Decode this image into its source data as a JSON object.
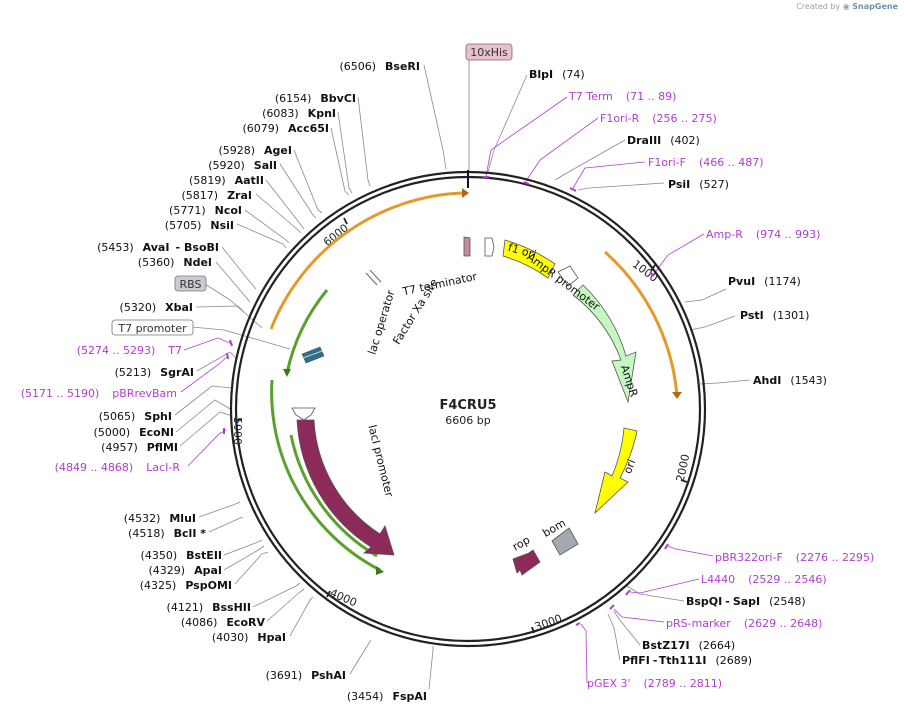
{
  "attribution": {
    "prefix": "Created by",
    "brand": "SnapGene"
  },
  "plasmid": {
    "name": "F4CRU5",
    "length_bp": 6606,
    "length_label": "6606 bp"
  },
  "ticks": [
    "1000",
    "2000",
    "3000",
    "4000",
    "5000",
    "6000"
  ],
  "boxed_labels": [
    {
      "name": "10xHis",
      "style": "pink"
    },
    {
      "name": "RBS",
      "style": "gray"
    },
    {
      "name": "T7 promoter",
      "style": "white"
    }
  ],
  "sites_right": [
    {
      "name": "BlpI",
      "pos": "(74)"
    },
    {
      "name": "DraIII",
      "pos": "(402)"
    },
    {
      "name": "PsiI",
      "pos": "(527)"
    },
    {
      "name": "PvuI",
      "pos": "(1174)"
    },
    {
      "name": "PstI",
      "pos": "(1301)"
    },
    {
      "name": "AhdI",
      "pos": "(1543)"
    },
    {
      "name": "BspQI",
      "name2": "SapI",
      "pos": "(2548)"
    },
    {
      "name": "BstZ17I",
      "pos": "(2664)"
    },
    {
      "name": "PflFI",
      "name2": "Tth111I",
      "pos": "(2689)"
    }
  ],
  "sites_left": [
    {
      "name": "BseRI",
      "pos": "(6506)"
    },
    {
      "name": "BbvCI",
      "pos": "(6154)"
    },
    {
      "name": "KpnI",
      "pos": "(6083)"
    },
    {
      "name": "Acc65I",
      "pos": "(6079)"
    },
    {
      "name": "AgeI",
      "pos": "(5928)"
    },
    {
      "name": "SalI",
      "pos": "(5920)"
    },
    {
      "name": "AatII",
      "pos": "(5819)"
    },
    {
      "name": "ZraI",
      "pos": "(5817)"
    },
    {
      "name": "NcoI",
      "pos": "(5771)"
    },
    {
      "name": "NsiI",
      "pos": "(5705)"
    },
    {
      "name": "AvaI",
      "name2": "BsoBI",
      "pos": "(5453)"
    },
    {
      "name": "NdeI",
      "pos": "(5360)"
    },
    {
      "name": "XbaI",
      "pos": "(5320)"
    },
    {
      "name": "SgrAI",
      "pos": "(5213)"
    },
    {
      "name": "SphI",
      "pos": "(5065)"
    },
    {
      "name": "EcoNI",
      "pos": "(5000)"
    },
    {
      "name": "PflMI",
      "pos": "(4957)"
    },
    {
      "name": "MluI",
      "pos": "(4532)"
    },
    {
      "name": "BclI *",
      "pos": "(4518)"
    },
    {
      "name": "BstEII",
      "pos": "(4350)"
    },
    {
      "name": "ApaI",
      "pos": "(4329)"
    },
    {
      "name": "PspOMI",
      "pos": "(4325)"
    },
    {
      "name": "BssHII",
      "pos": "(4121)"
    },
    {
      "name": "EcoRV",
      "pos": "(4086)"
    },
    {
      "name": "HpaI",
      "pos": "(4030)"
    },
    {
      "name": "PshAI",
      "pos": "(3691)"
    },
    {
      "name": "FspAI",
      "pos": "(3454)"
    }
  ],
  "primers_right": [
    {
      "name": "T7 Term",
      "range": "(71 .. 89)"
    },
    {
      "name": "F1ori-R",
      "range": "(256 .. 275)"
    },
    {
      "name": "F1ori-F",
      "range": "(466 .. 487)"
    },
    {
      "name": "Amp-R",
      "range": "(974 .. 993)"
    },
    {
      "name": "pBR322ori-F",
      "range": "(2276 .. 2295)"
    },
    {
      "name": "L4440",
      "range": "(2529 .. 2546)"
    },
    {
      "name": "pRS-marker",
      "range": "(2629 .. 2648)"
    },
    {
      "name": "pGEX 3'",
      "range": "(2789 .. 2811)"
    }
  ],
  "primers_left": [
    {
      "name": "T7",
      "range": "(5274 .. 5293)"
    },
    {
      "name": "pBRrevBam",
      "range": "(5171 .. 5190)"
    },
    {
      "name": "LacI-R",
      "range": "(4849 .. 4868)"
    }
  ],
  "features": {
    "f1_ori": "f1 ori",
    "ampr_promoter": "AmpR promoter",
    "ampr": "AmpR",
    "ori": "ori",
    "rop": "rop",
    "bom": "bom",
    "lacI": "lacI",
    "lacI_promoter": "lacI promoter",
    "lac_operator": "lac operator",
    "factor_xa": "Factor Xa site",
    "t7_terminator": "T7 terminator"
  },
  "colors": {
    "backbone": "#222222",
    "primer": "#b13cd1",
    "leader_line": "#8a8a8a",
    "orange_arc": "#e49a2a",
    "green_arc": "#5aa02c",
    "ampr": "#c6f7c3",
    "ori": "#ffff00",
    "lacI": "#8c2a5a",
    "rop": "#8c2a5a",
    "bom": "#a3a9b0",
    "his_box": "#e6c0cc",
    "rbs_box": "#c8ccd1"
  }
}
